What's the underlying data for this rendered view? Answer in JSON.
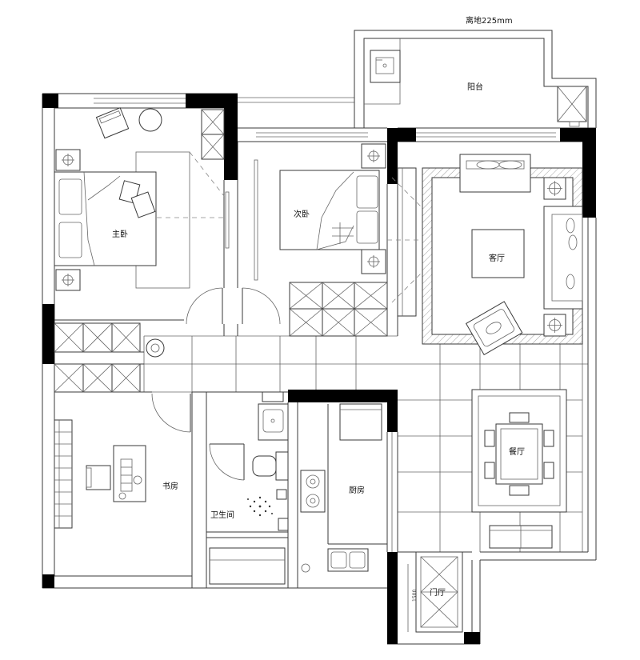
{
  "labels": {
    "balcony_note": "离地225mm",
    "balcony": "阳台",
    "master_bedroom": "主卧",
    "second_bedroom": "次卧",
    "living_room": "客厅",
    "study": "书房",
    "bathroom": "卫生间",
    "kitchen": "厨房",
    "dining_room": "餐厅",
    "foyer": "门厅",
    "foyer_dimension": "1500"
  },
  "colors": {
    "line": "#3a3a3a",
    "wall_fill": "#000000",
    "background": "#ffffff"
  }
}
